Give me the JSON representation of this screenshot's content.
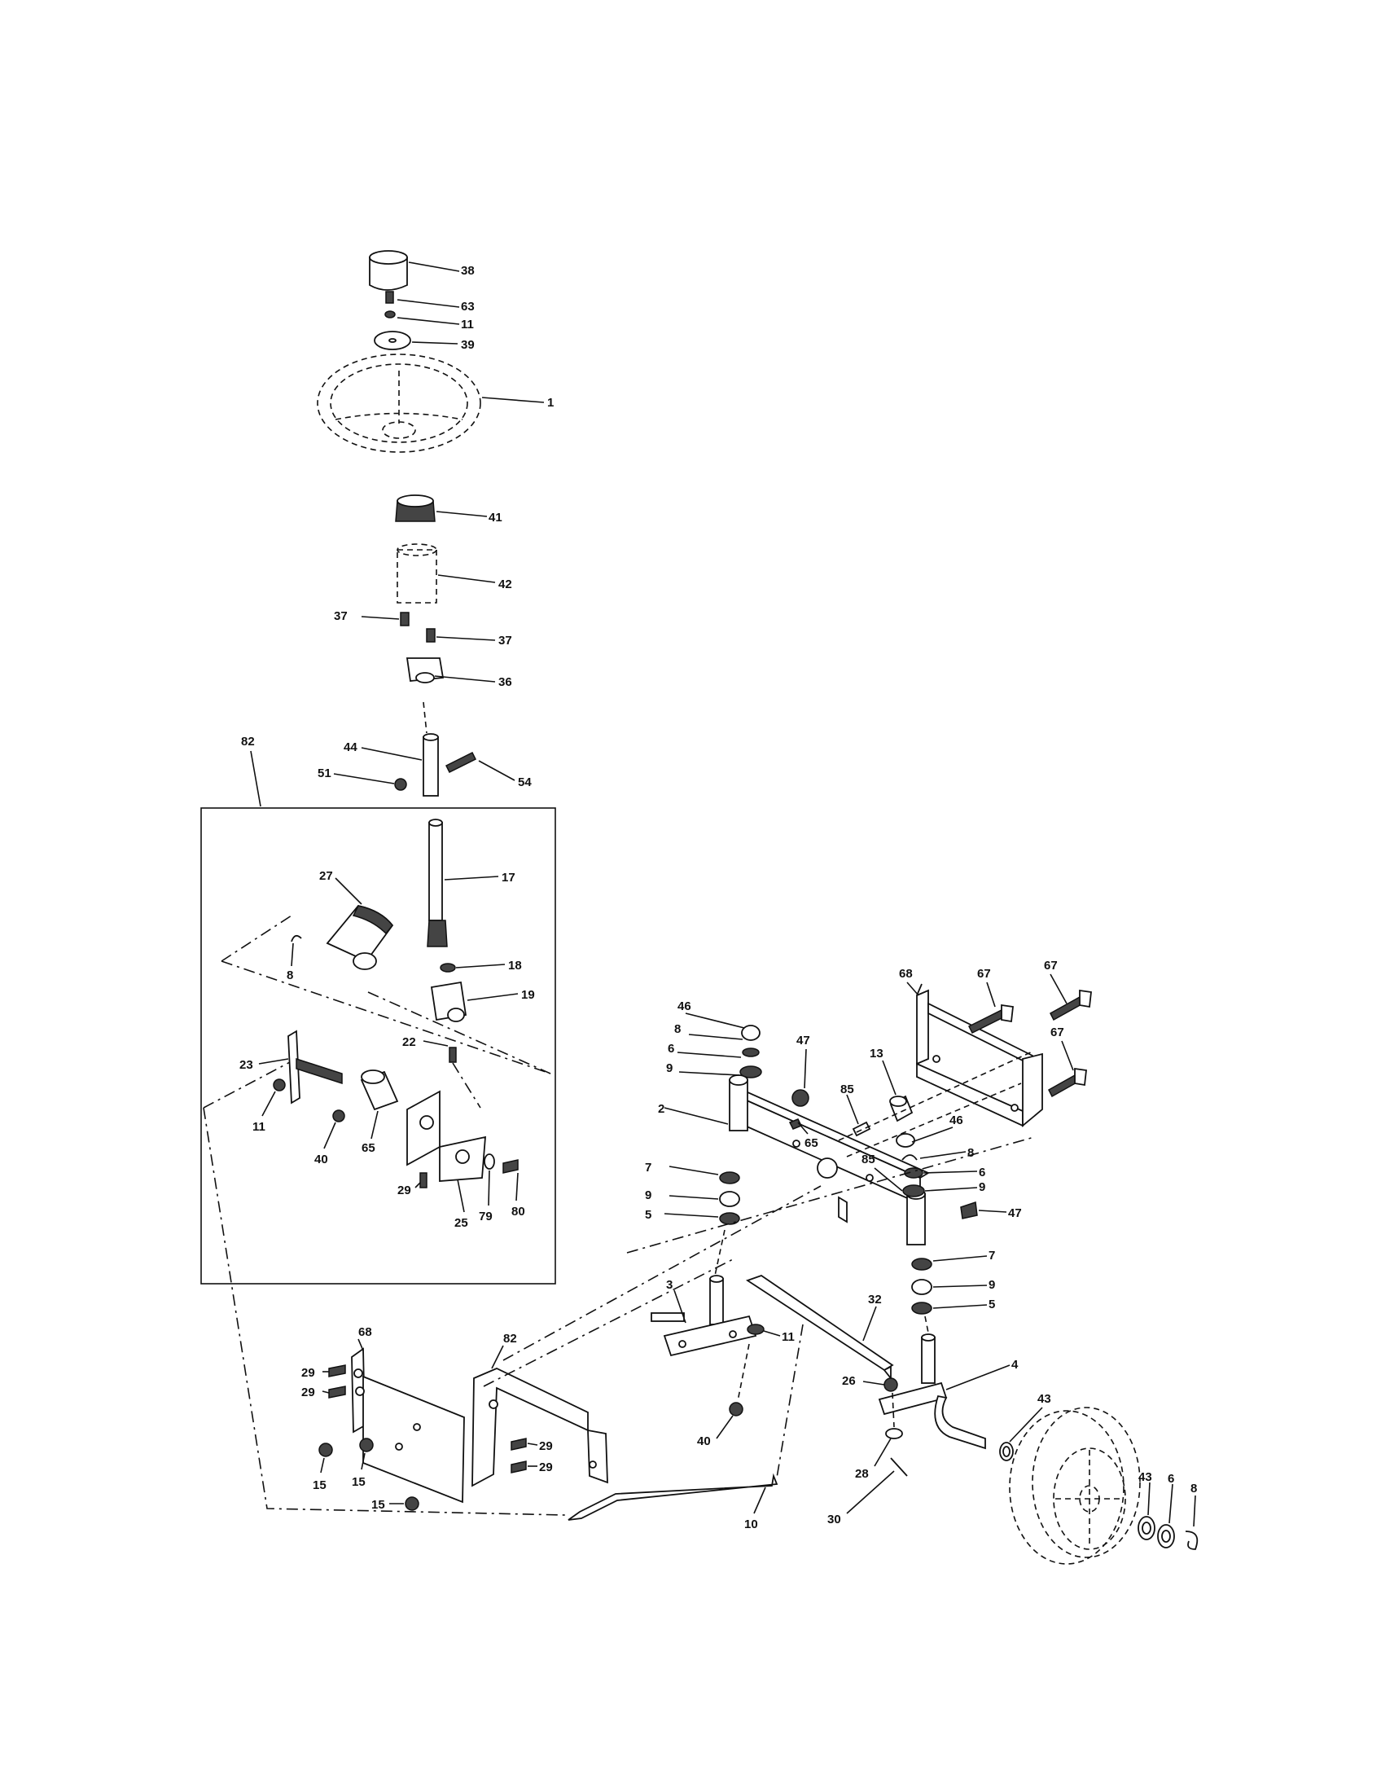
{
  "diagram": {
    "callouts": [
      "38",
      "63",
      "11",
      "39",
      "1",
      "41",
      "42",
      "37",
      "37",
      "36",
      "82",
      "44",
      "51",
      "54",
      "17",
      "27",
      "8",
      "18",
      "19",
      "22",
      "23",
      "11",
      "40",
      "65",
      "29",
      "25",
      "79",
      "80",
      "46",
      "8",
      "6",
      "9",
      "47",
      "65",
      "13",
      "68",
      "67",
      "67",
      "67",
      "2",
      "85",
      "46",
      "8",
      "6",
      "9",
      "85",
      "47",
      "7",
      "9",
      "5",
      "7",
      "9",
      "5",
      "3",
      "11",
      "32",
      "40",
      "4",
      "26",
      "28",
      "30",
      "43",
      "43",
      "6",
      "8",
      "68",
      "29",
      "29",
      "82",
      "29",
      "29",
      "15",
      "15",
      "15",
      "10"
    ]
  }
}
